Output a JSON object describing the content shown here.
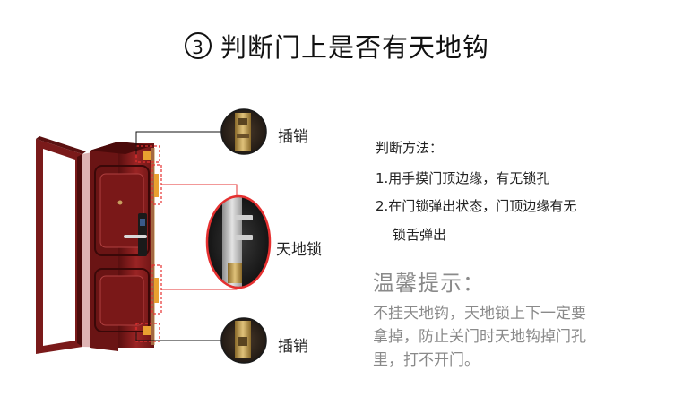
{
  "title": {
    "number": "3",
    "text": "判断门上是否有天地钩"
  },
  "callouts": {
    "top_label": "插销",
    "middle_label": "天地锁",
    "bottom_label": "插销"
  },
  "method": {
    "title": "判断方法：",
    "lines": [
      "1.用手摸门顶边缘，有无锁孔",
      "2.在门锁弹出状态，门顶边缘有无",
      "锁舌弹出"
    ]
  },
  "tip": {
    "title": "温馨提示：",
    "lines": [
      "不挂天地钩，天地锁上下一定要",
      "拿掉，防止关门时天地钩掉门孔",
      "里，打不开门。"
    ]
  },
  "colors": {
    "door_red": "#8b1e1e",
    "highlight": "#e53030",
    "accent_orange": "#e9a030",
    "tip_gray": "#8a8a8a"
  }
}
